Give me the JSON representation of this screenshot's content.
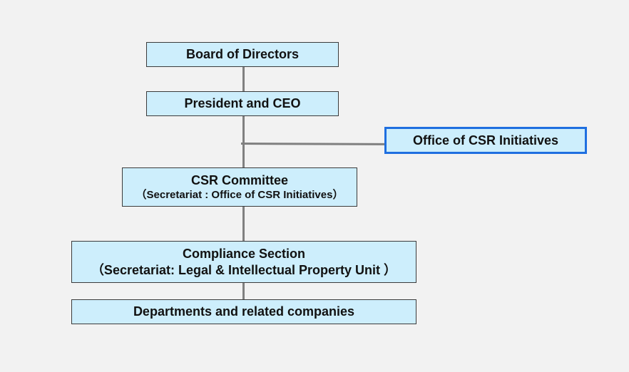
{
  "nodes": {
    "board": {
      "label": "Board of Directors"
    },
    "president": {
      "label": "President and CEO"
    },
    "csr_office": {
      "label": "Office of CSR Initiatives",
      "border_color": "#1f6fe0"
    },
    "csr_committee": {
      "label": "CSR Committee",
      "sublabel": "（Secretariat : Office of CSR Initiatives）"
    },
    "compliance": {
      "label": "Compliance Section",
      "sublabel": "（Secretariat: Legal & Intellectual Property Unit ）"
    },
    "departments": {
      "label": "Departments and related companies"
    }
  },
  "colors": {
    "background": "#f2f2f2",
    "box_fill": "#cdeefc",
    "box_border": "#3b3b3b",
    "connector": "#808080",
    "highlight_border": "#1f6fe0"
  },
  "edges": [
    {
      "from": "board",
      "to": "president"
    },
    {
      "from": "president",
      "to": "csr_committee"
    },
    {
      "from": "president",
      "to": "csr_office"
    },
    {
      "from": "csr_committee",
      "to": "compliance"
    },
    {
      "from": "compliance",
      "to": "departments"
    }
  ]
}
